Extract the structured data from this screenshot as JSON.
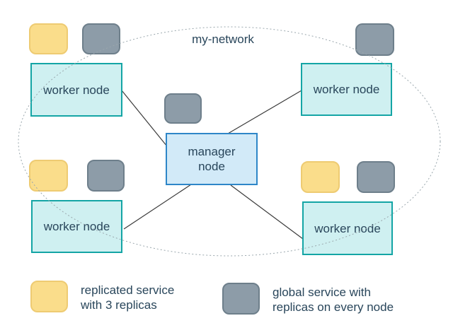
{
  "diagram": {
    "network_label": "my-network",
    "nodes": [
      {
        "id": "worker-top-left",
        "label": "worker node",
        "type": "worker"
      },
      {
        "id": "worker-top-right",
        "label": "worker node",
        "type": "worker"
      },
      {
        "id": "manager",
        "label": "manager\nnode",
        "type": "manager"
      },
      {
        "id": "worker-bottom-left",
        "label": "worker node",
        "type": "worker"
      },
      {
        "id": "worker-bottom-right",
        "label": "worker node",
        "type": "worker"
      }
    ],
    "legend": [
      {
        "id": "replicated",
        "label": "replicated service\nwith 3 replicas"
      },
      {
        "id": "global",
        "label": "global service with\nreplicas on every node"
      }
    ],
    "colors": {
      "replicated_fill": "#fadd8b",
      "replicated_border": "#eecb72",
      "global_fill": "#8d9ca8",
      "global_border": "#6e7f8b",
      "worker_fill": "#cff0f1",
      "worker_border": "#14a5a5",
      "manager_fill": "#d2eaf8",
      "manager_border": "#2e86c8",
      "text": "#29465b",
      "line": "#3a3a3a",
      "ellipse": "#9aa7ad"
    }
  }
}
